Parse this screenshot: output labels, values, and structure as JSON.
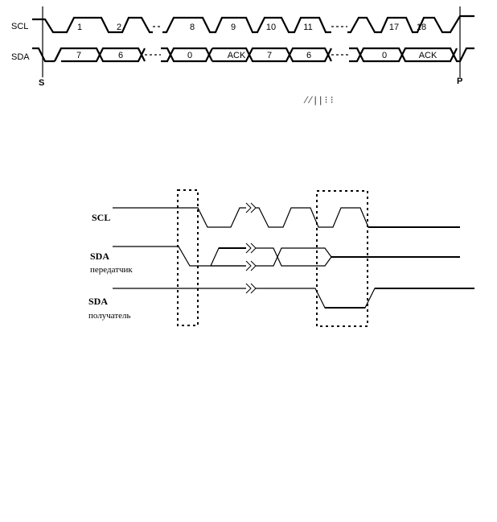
{
  "top_diagram": {
    "scl_label": "SCL",
    "sda_label": "SDA",
    "start_label": "S",
    "stop_label": "P",
    "scl_pulses": [
      "1",
      "2",
      "8",
      "9",
      "10",
      "11",
      "17",
      "18"
    ],
    "sda_cells": [
      "7",
      "6",
      "0",
      "ACK",
      "7",
      "6",
      "0",
      "ACK"
    ],
    "caption_fragment": "⁄  ⁄  |  |  ⁝  ⁝"
  },
  "bottom_diagram": {
    "scl_label": "SCL",
    "sda_tx_label": "SDA",
    "sda_tx_sub": "передатчик",
    "sda_rx_label": "SDA",
    "sda_rx_sub": "получатель"
  }
}
